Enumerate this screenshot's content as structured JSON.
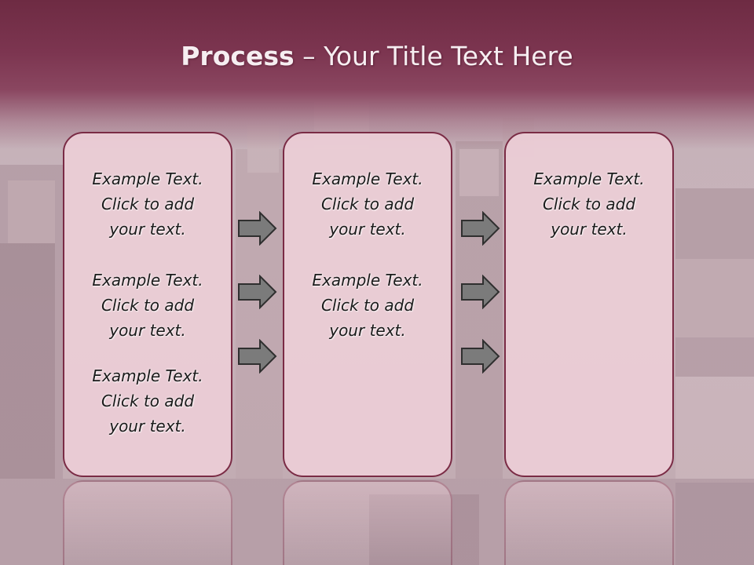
{
  "slide": {
    "title_strong": "Process",
    "title_rest": " – Your Title Text Here",
    "colors": {
      "title_band": "#7c3550",
      "panel_fill": "#ecced6",
      "panel_border": "#7a2b45",
      "arrow_fill": "#7b7b7b",
      "arrow_stroke": "#2f2f2f"
    }
  },
  "panels": [
    {
      "items": [
        {
          "line1": "Example Text.",
          "line2": "Click  to add",
          "line3": "your text."
        },
        {
          "line1": "Example Text.",
          "line2": "Click  to add",
          "line3": "your text."
        },
        {
          "line1": "Example Text.",
          "line2": "Click  to add",
          "line3": "your text."
        }
      ]
    },
    {
      "items": [
        {
          "line1": "Example Text.",
          "line2": "Click  to add",
          "line3": "your text."
        },
        {
          "line1": "Example Text.",
          "line2": "Click  to add",
          "line3": "your text."
        }
      ]
    },
    {
      "items": [
        {
          "line1": "Example Text.",
          "line2": "Click  to add",
          "line3": "your text."
        }
      ]
    }
  ],
  "arrows": {
    "icon": "right-arrow-icon",
    "between_panels_1_2": 3,
    "between_panels_2_3": 3
  }
}
